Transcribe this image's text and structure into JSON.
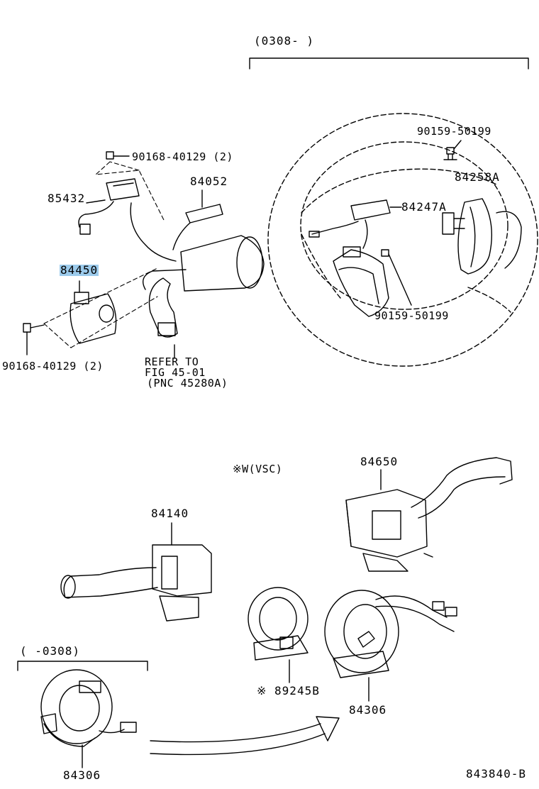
{
  "colors": {
    "highlight": "#9ccbec",
    "ink": "#000000",
    "paper": "#ffffff"
  },
  "labels": {
    "date_range_top": "(0308-      )",
    "p90159_a": "90159-50199",
    "p84258A": "84258A",
    "p84247A": "84247A",
    "p90159_b": "90159-50199",
    "p90168_top": "90168-40129 (2)",
    "p85432": "85432",
    "p84052": "84052",
    "p84450": "84450",
    "p90168_bottom": "90168-40129 (2)",
    "refer_line1": "REFER TO",
    "refer_line2": "FIG 45-01",
    "refer_line3": "(PNC 45280A)",
    "vsc_note": "※W(VSC)",
    "p84650": "84650",
    "p84140": "84140",
    "date_range_bottom": "(      -0308)",
    "p89245B": "※ 89245B",
    "p84306_right": "84306",
    "p84306_left": "84306",
    "figure_id": "843840-B"
  }
}
